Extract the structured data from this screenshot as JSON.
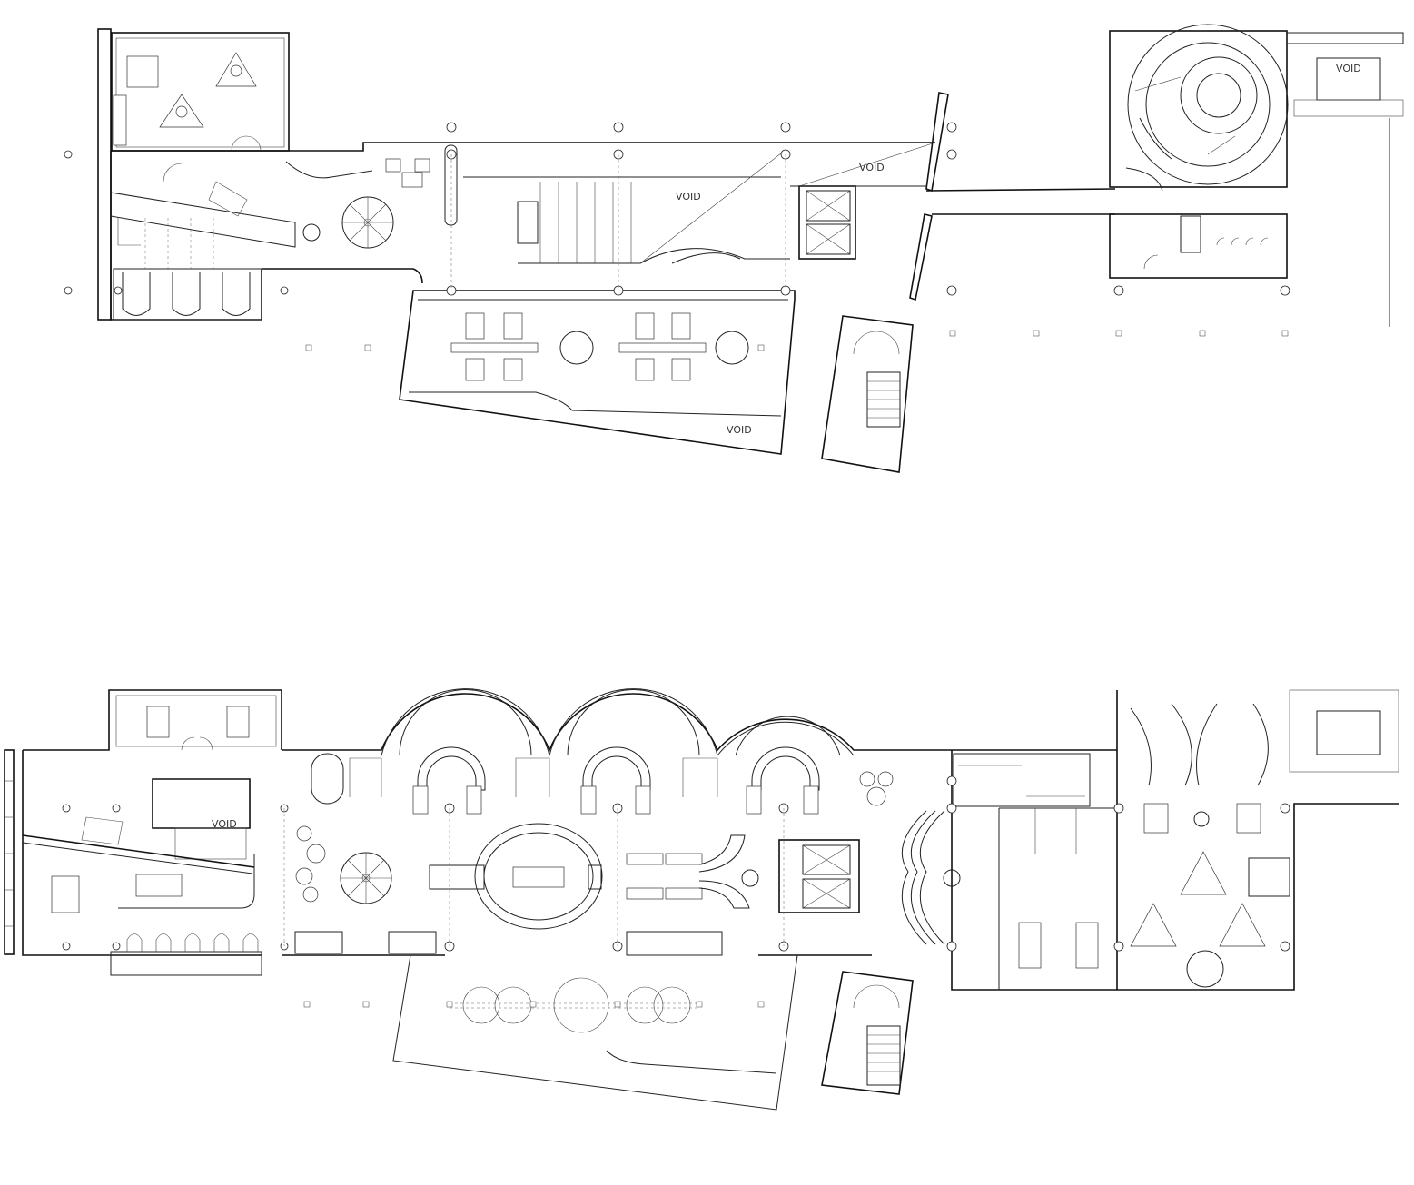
{
  "drawing": {
    "upper_plan_labels": [
      "VOID",
      "VOID",
      "VOID",
      "VOID"
    ],
    "lower_plan_labels": [
      "VOID"
    ]
  }
}
